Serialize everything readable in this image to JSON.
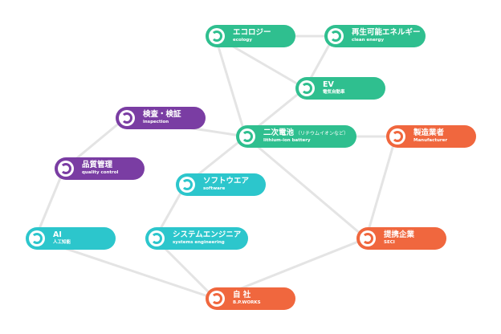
{
  "nodes": {
    "ecology": {
      "label": "エコロジー",
      "sub": "ecology",
      "color": "#2fbf8f"
    },
    "renewable": {
      "label": "再生可能エネルギー",
      "sub": "clean energy",
      "color": "#2fbf8f"
    },
    "ev": {
      "label": "EV",
      "sub": "電気自動車",
      "color": "#2fbf8f"
    },
    "inspection": {
      "label": "検査・検証",
      "sub": "inspection",
      "color": "#7a3da3"
    },
    "battery": {
      "label": "二次電池",
      "label_small": "（リチウムイオンなど）",
      "sub": "lithium-ion battery",
      "color": "#2fbf8f"
    },
    "manufacturer": {
      "label": "製造業者",
      "sub": "Manufacturer",
      "color": "#f0673e"
    },
    "quality": {
      "label": "品質管理",
      "sub": "quality control",
      "color": "#7a3da3"
    },
    "software": {
      "label": "ソフトウエア",
      "sub": "software",
      "color": "#2cc6cc"
    },
    "ai": {
      "label": "AI",
      "sub": "人工知能",
      "color": "#2cc6cc"
    },
    "syseng": {
      "label": "システムエンジニア",
      "sub": "systems engineering",
      "color": "#2cc6cc"
    },
    "partner": {
      "label": "提携企業",
      "sub": "SECI",
      "color": "#f0673e"
    },
    "company": {
      "label": "自 社",
      "sub": "B.P.WORKS",
      "color": "#f0673e"
    }
  },
  "edge_color": "#e4e4e4",
  "edges": [
    [
      "ecology",
      "renewable"
    ],
    [
      "ecology",
      "ev"
    ],
    [
      "ecology",
      "battery"
    ],
    [
      "renewable",
      "ev"
    ],
    [
      "ev",
      "battery"
    ],
    [
      "inspection",
      "battery"
    ],
    [
      "inspection",
      "quality"
    ],
    [
      "quality",
      "ai"
    ],
    [
      "battery",
      "manufacturer"
    ],
    [
      "battery",
      "software"
    ],
    [
      "battery",
      "partner"
    ],
    [
      "manufacturer",
      "partner"
    ],
    [
      "software",
      "syseng"
    ],
    [
      "ai",
      "company"
    ],
    [
      "syseng",
      "company"
    ],
    [
      "partner",
      "company"
    ]
  ]
}
